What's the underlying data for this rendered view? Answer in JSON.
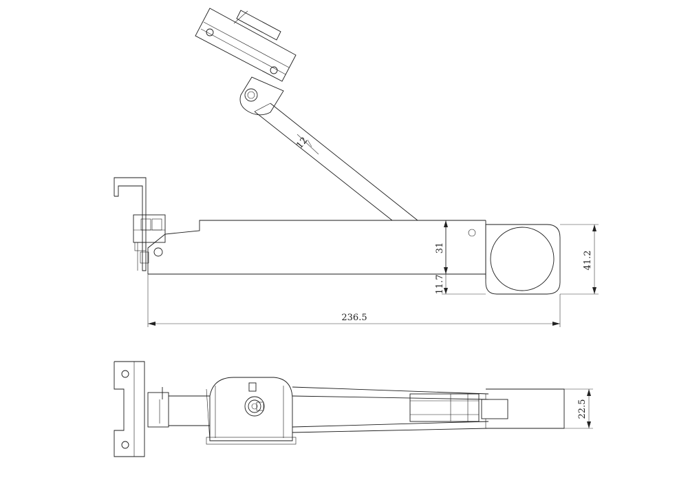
{
  "dimensions": {
    "rod_width": "12",
    "body_height": "31",
    "lower_offset": "11.7",
    "roller_height": "41.2",
    "overall_length": "236.5",
    "bottom_width": "22.5"
  },
  "colors": {
    "line": "#1a1a1a",
    "background": "#ffffff"
  }
}
